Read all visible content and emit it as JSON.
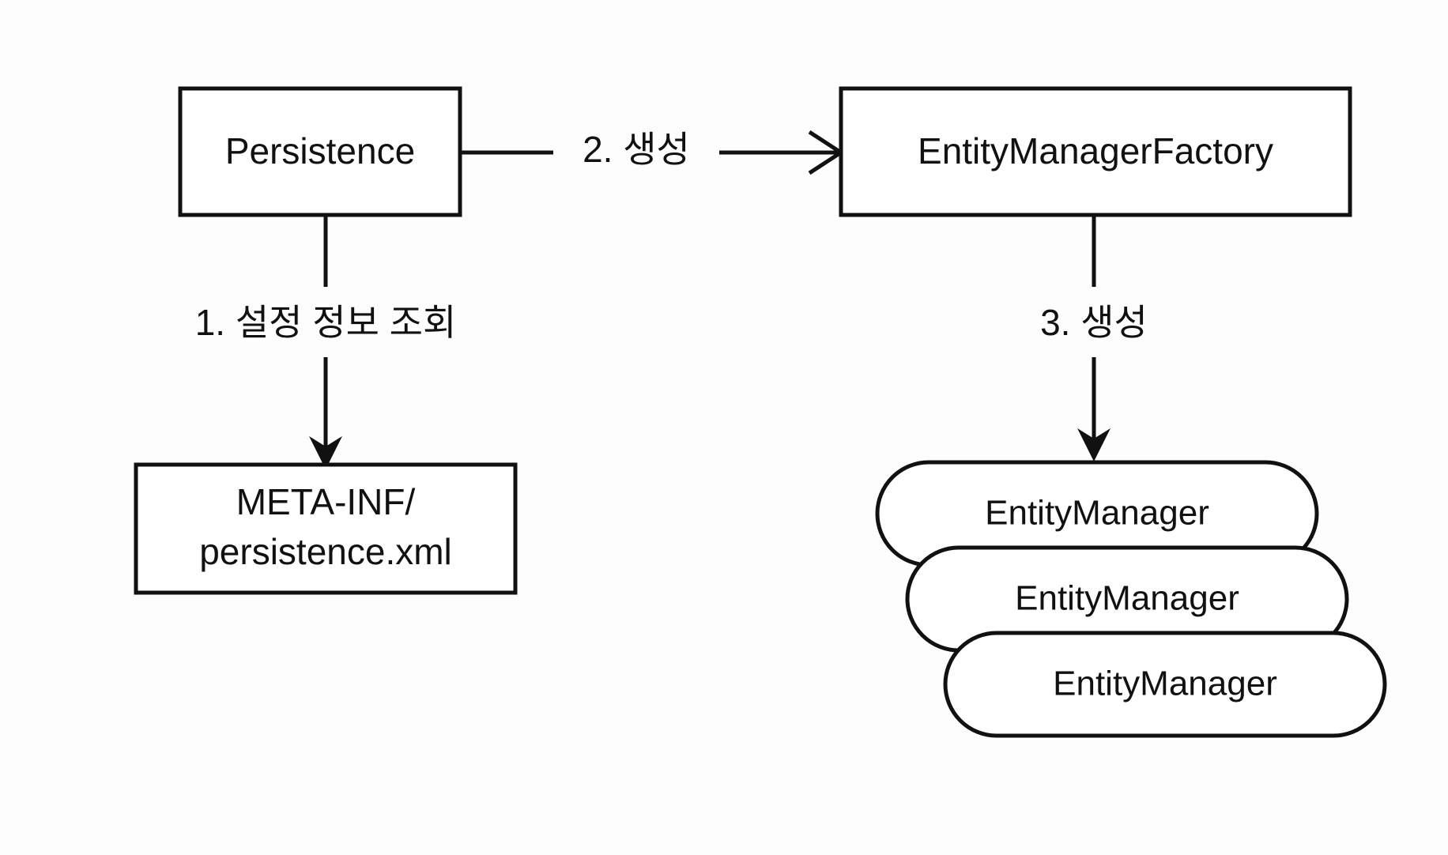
{
  "diagram": {
    "title": "JPA Persistence bootstrap flow",
    "background_color": "#fdfdfd",
    "stroke_color": "#111111",
    "fill_color": "#ffffff",
    "nodes": {
      "persistence": {
        "label": "Persistence",
        "shape": "rectangle"
      },
      "entity_manager_factory": {
        "label": "EntityManagerFactory",
        "shape": "rectangle"
      },
      "persistence_xml": {
        "label_line1": "META-INF/",
        "label_line2": "persistence.xml",
        "shape": "rectangle"
      },
      "entity_manager_1": {
        "label": "EntityManager",
        "shape": "pill"
      },
      "entity_manager_2": {
        "label": "EntityManager",
        "shape": "pill"
      },
      "entity_manager_3": {
        "label": "EntityManager",
        "shape": "pill"
      }
    },
    "edges": [
      {
        "id": "edge-config-lookup",
        "label": "1. 설정 정보 조회",
        "from": "persistence",
        "to": "persistence_xml",
        "arrow": "filled",
        "direction": "down"
      },
      {
        "id": "edge-create-emf",
        "label": "2. 생성",
        "from": "persistence",
        "to": "entity_manager_factory",
        "arrow": "open",
        "direction": "right"
      },
      {
        "id": "edge-create-em",
        "label": "3. 생성",
        "from": "entity_manager_factory",
        "to": "entity_manager_1",
        "arrow": "filled",
        "direction": "down"
      }
    ]
  }
}
